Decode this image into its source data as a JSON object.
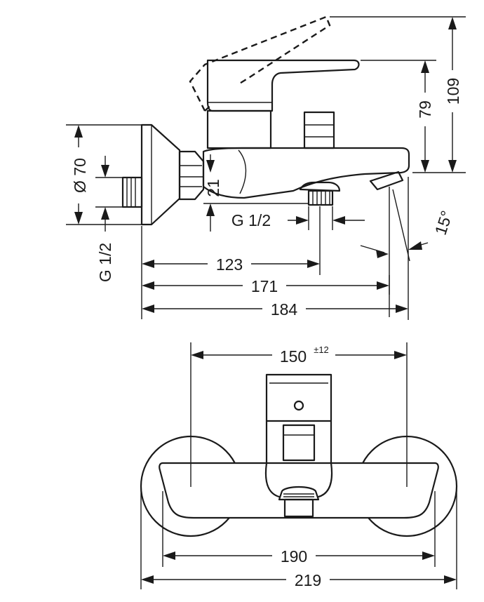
{
  "side_view": {
    "dimensions": {
      "width_outlet": "123",
      "width_spout_tip": "171",
      "width_total": "184",
      "height_upper": "109",
      "height_lever": "79",
      "escutcheon_diameter": "Ø 70",
      "wall_thread": "G 1/2",
      "outlet_thread": "G 1/2",
      "outlet_offset": "21",
      "spout_angle": "15°"
    }
  },
  "top_view": {
    "dimensions": {
      "center_distance": "150",
      "center_distance_tolerance": "±12",
      "body_width": "190",
      "total_width": "219"
    }
  }
}
